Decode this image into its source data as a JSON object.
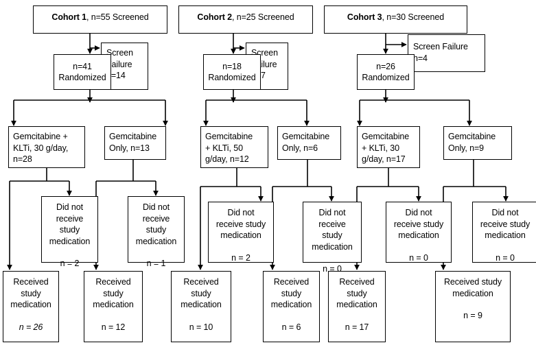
{
  "figure": {
    "type": "consort-flow-diagram",
    "cohort_count": 3
  },
  "cohorts": [
    {
      "header": {
        "label": "Cohort 1",
        "rest": ", n=55 Screened"
      },
      "randomized": {
        "line1": "n=41",
        "line2": "Randomized"
      },
      "screen_failure": {
        "text": "Screen\nFailure\nn=14"
      },
      "arms": [
        {
          "title": "Gemcitabine +\nKLTi, 30 g/day,\nn=28",
          "did_not_receive": {
            "text": "Did not\nreceive\nstudy\nmedication",
            "n": "n = 2"
          },
          "received": {
            "text": "Received\nstudy\nmedication",
            "n": "n = 26",
            "italic_n": true
          }
        },
        {
          "title": "Gemcitabine\nOnly, n=13",
          "did_not_receive": {
            "text": "Did not\nreceive\nstudy\nmedication",
            "n": "n = 1"
          },
          "received": {
            "text": "Received\nstudy\nmedication",
            "n": "n = 12",
            "italic_n": false
          }
        }
      ]
    },
    {
      "header": {
        "label": "Cohort 2",
        "rest": ", n=25 Screened"
      },
      "randomized": {
        "line1": "n=18",
        "line2": "Randomized"
      },
      "screen_failure": {
        "text": "Screen\nFailure\nn=7"
      },
      "arms": [
        {
          "title": "Gemcitabine\n+ KLTi, 50\ng/day, n=12",
          "did_not_receive": {
            "text": "Did not\nreceive study\nmedication",
            "n": "n = 2"
          },
          "received": {
            "text": "Received\nstudy\nmedication",
            "n": "n = 10",
            "italic_n": false
          }
        },
        {
          "title": "Gemcitabine\nOnly, n=6",
          "did_not_receive": {
            "text": "Did not\nreceive\nstudy\nmedication",
            "n": "n = 0"
          },
          "received": {
            "text": "Received\nstudy\nmedication",
            "n": "n = 6",
            "italic_n": false
          }
        }
      ]
    },
    {
      "header": {
        "label": "Cohort 3",
        "rest": ", n=30 Screened"
      },
      "randomized": {
        "line1": "n=26",
        "line2": "Randomized"
      },
      "screen_failure": {
        "text": "Screen Failure\nn=4"
      },
      "arms": [
        {
          "title": "Gemcitabine\n+ KLTi, 30\ng/day, n=17",
          "did_not_receive": {
            "text": "Did not\nreceive study\nmedication",
            "n": "n = 0"
          },
          "received": {
            "text": "Received\nstudy\nmedication",
            "n": "n = 17",
            "italic_n": false
          }
        },
        {
          "title": "Gemcitabine\nOnly, n=9",
          "did_not_receive": {
            "text": "Did not\nreceive study\nmedication",
            "n": "n = 0"
          },
          "received": {
            "text": "Received study\nmedication",
            "n": "n = 9",
            "italic_n": false
          }
        }
      ]
    }
  ],
  "style": {
    "stroke": "#000000",
    "background": "#ffffff",
    "text_color": "#000000"
  }
}
